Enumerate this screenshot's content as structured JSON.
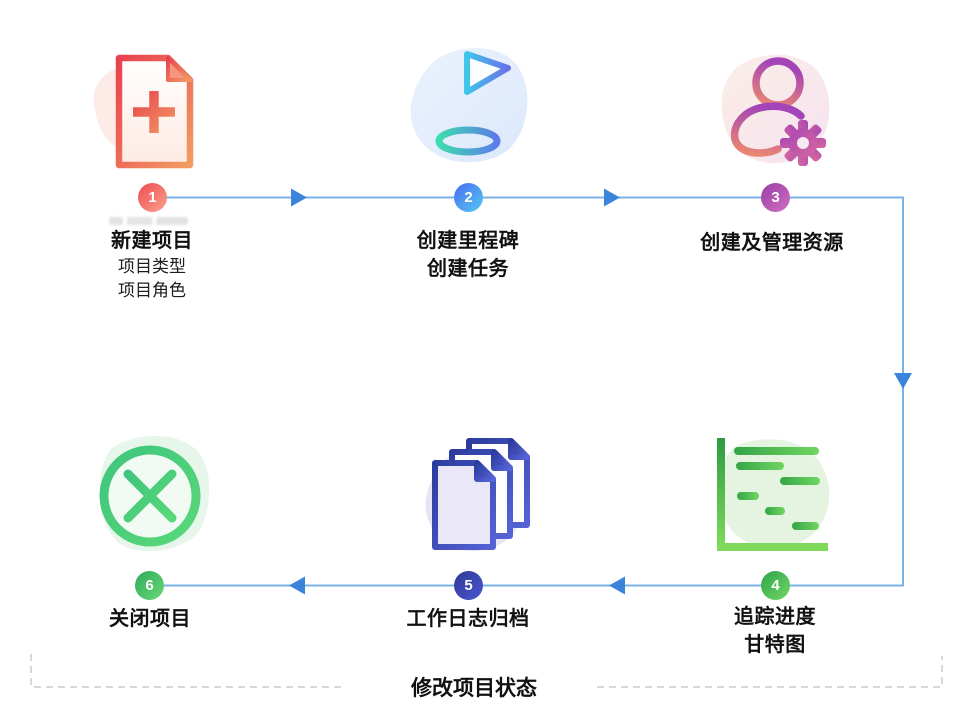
{
  "flow": {
    "line_color": "#79b2e6",
    "arrow_color": "#3b84da",
    "dashed_border_color": "#cccccc",
    "footer_label": "修改项目状态",
    "steps": [
      {
        "number": "1",
        "icon": "document-plus-icon",
        "title_lines": [
          "新建项目"
        ],
        "sub_lines": [
          "项目类型",
          "项目角色"
        ],
        "badge_from": "#ec4b52",
        "badge_to": "#fba28b",
        "icon_accent_from": "#e8414f",
        "icon_accent_to": "#f29b62"
      },
      {
        "number": "2",
        "icon": "milestone-flag-icon",
        "title_lines": [
          "创建里程碑",
          "创建任务"
        ],
        "sub_lines": [],
        "badge_from": "#4a6cee",
        "badge_to": "#54c9f3",
        "icon_accent_from": "#3fc6e8",
        "icon_accent_to": "#3fdcb0"
      },
      {
        "number": "3",
        "icon": "user-gear-icon",
        "title_lines": [
          "创建及管理资源"
        ],
        "sub_lines": [],
        "badge_from": "#983da2",
        "badge_to": "#d06fc4",
        "icon_accent_from": "#a344b8",
        "icon_accent_to": "#ee8a6e"
      },
      {
        "number": "4",
        "icon": "gantt-chart-icon",
        "title_lines": [
          "追踪进度",
          "甘特图"
        ],
        "sub_lines": [],
        "badge_from": "#2ea449",
        "badge_to": "#72d765",
        "icon_accent_from": "#2d9b40",
        "icon_accent_to": "#7fd95b"
      },
      {
        "number": "5",
        "icon": "stacked-documents-icon",
        "title_lines": [
          "工作日志归档"
        ],
        "sub_lines": [],
        "badge_from": "#2e3b92",
        "badge_to": "#4b55d4",
        "icon_accent_from": "#2c3c9e",
        "icon_accent_to": "#5563d6"
      },
      {
        "number": "6",
        "icon": "close-circle-icon",
        "title_lines": [
          "关闭项目"
        ],
        "sub_lines": [],
        "badge_from": "#2fa95a",
        "badge_to": "#68da78",
        "icon_accent_from": "#3fc57d",
        "icon_accent_to": "#59d878"
      }
    ]
  }
}
